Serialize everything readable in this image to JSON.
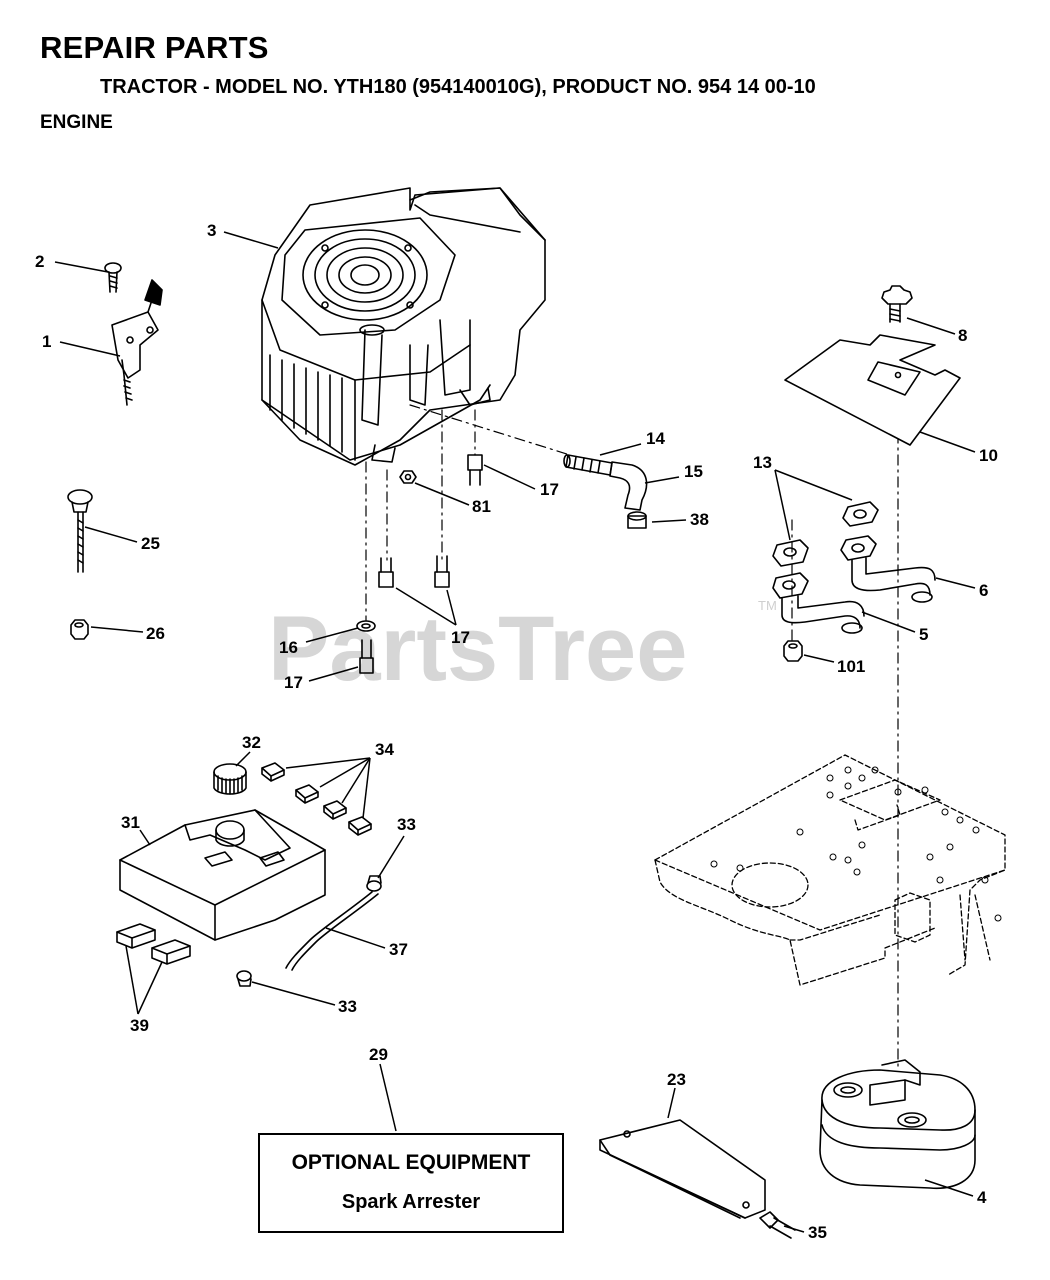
{
  "header": {
    "title": "REPAIR PARTS",
    "subtitle": "TRACTOR - MODEL NO. YTH180 (954140010G), PRODUCT NO. 954 14 00-10",
    "section": "ENGINE"
  },
  "watermark": {
    "text": "PartsTree",
    "trademark": "TM"
  },
  "optional_box": {
    "line1": "OPTIONAL EQUIPMENT",
    "line2": "Spark Arrester"
  },
  "callouts": {
    "c1": "1",
    "c2": "2",
    "c3": "3",
    "c4": "4",
    "c5": "5",
    "c6": "6",
    "c8": "8",
    "c10": "10",
    "c13": "13",
    "c14": "14",
    "c15": "15",
    "c16": "16",
    "c17a": "17",
    "c17b": "17",
    "c17c": "17",
    "c23": "23",
    "c25": "25",
    "c26": "26",
    "c29": "29",
    "c31": "31",
    "c32": "32",
    "c33a": "33",
    "c33b": "33",
    "c34": "34",
    "c35": "35",
    "c37": "37",
    "c38": "38",
    "c39": "39",
    "c81": "81",
    "c101": "101"
  }
}
